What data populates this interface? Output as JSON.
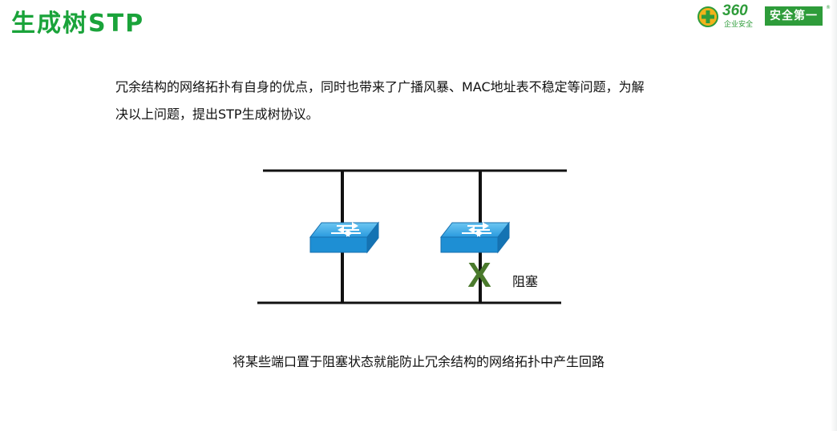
{
  "slide": {
    "title": "生成树STP"
  },
  "logo": {
    "number": "360",
    "subtitle": "企业安全",
    "badge": "安全第一",
    "registered": "®",
    "icon": "plus-circle-icon"
  },
  "intro": {
    "line1": "冗余结构的网络拓扑有自身的优点，同时也带来了广播风暴、MAC地址表不稳定等问题，为解",
    "line2": "决以上问题，提出STP生成树协议。"
  },
  "diagram": {
    "switch_icon": "network-switch-icon",
    "block_marker": "X",
    "block_label": "阻塞",
    "switch_color": "#1e8fd4",
    "block_color": "#4a7a2c"
  },
  "caption": "将某些端口置于阻塞状态就能防止冗余结构的网络拓扑中产生回路"
}
